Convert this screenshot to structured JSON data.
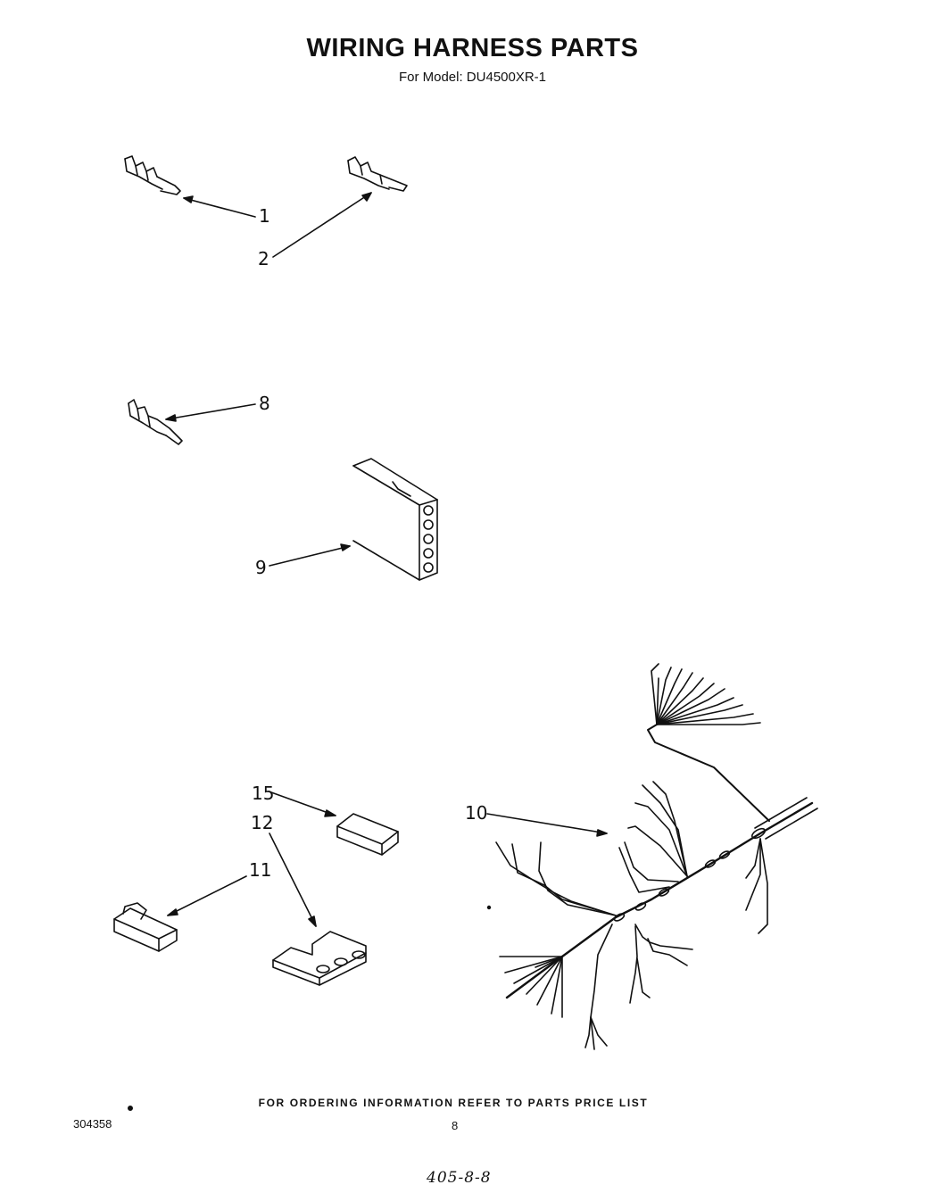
{
  "header": {
    "title": "WIRING HARNESS PARTS",
    "subtitle": "For Model: DU4500XR-1"
  },
  "callouts": [
    {
      "id": "c1",
      "label": "1"
    },
    {
      "id": "c2",
      "label": "2"
    },
    {
      "id": "c8",
      "label": "8"
    },
    {
      "id": "c9",
      "label": "9"
    },
    {
      "id": "c10",
      "label": "10"
    },
    {
      "id": "c15",
      "label": "15"
    },
    {
      "id": "c12",
      "label": "12"
    },
    {
      "id": "c11",
      "label": "11"
    }
  ],
  "footer": {
    "note": "FOR ORDERING INFORMATION REFER TO PARTS PRICE LIST",
    "doc_number": "304358",
    "page_number": "8",
    "handwritten": "405-8-8"
  }
}
